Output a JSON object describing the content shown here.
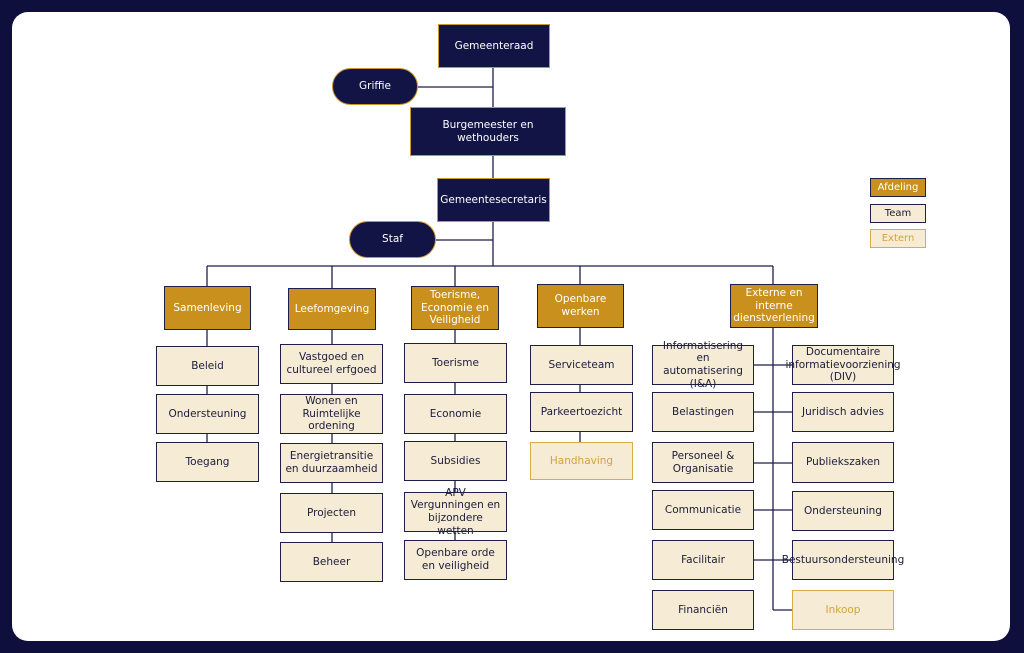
{
  "top": {
    "gemeenteraad": "Gemeenteraad",
    "griffie": "Griffie",
    "burgemeester": "Burgemeester en wethouders",
    "gemeentesecretaris": "Gemeentesecretaris",
    "staf": "Staf"
  },
  "departments": {
    "samenleving": {
      "label": "Samenleving",
      "teams": [
        "Beleid",
        "Ondersteuning",
        "Toegang"
      ]
    },
    "leefomgeving": {
      "label": "Leefomgeving",
      "teams": [
        "Vastgoed en cultureel erfgoed",
        "Wonen en Ruimtelijke ordening",
        "Energietransitie en duurzaamheid",
        "Projecten",
        "Beheer"
      ]
    },
    "toerisme": {
      "label": "Toerisme, Economie en Veiligheid",
      "teams": [
        "Toerisme",
        "Economie",
        "Subsidies",
        "APV Vergunningen en bijzondere wetten",
        "Openbare orde en veiligheid"
      ]
    },
    "openbare_werken": {
      "label": "Openbare werken",
      "teams": [
        "Serviceteam",
        "Parkeertoezicht"
      ],
      "extern": "Handhaving"
    },
    "dienstverlening": {
      "label": "Externe en interne dienstverlening",
      "left_teams": [
        "Informatisering en automatisering (I&A)",
        "Belastingen",
        "Personeel & Organisatie",
        "Communicatie",
        "Facilitair",
        "Financiën"
      ],
      "right_teams": [
        "Documentaire informatievoorziening (DIV)",
        "Juridisch advies",
        "Publiekszaken",
        "Ondersteuning",
        "Bestuursondersteuning"
      ],
      "extern": "Inkoop"
    }
  },
  "legend": {
    "afdeling": "Afdeling",
    "team": "Team",
    "extern": "Extern"
  },
  "colors": {
    "dark": "#121446",
    "department": "#c9901e",
    "team": "#f6ecd6",
    "extern_text": "#d4a23a",
    "line": "#1d1f4a"
  }
}
